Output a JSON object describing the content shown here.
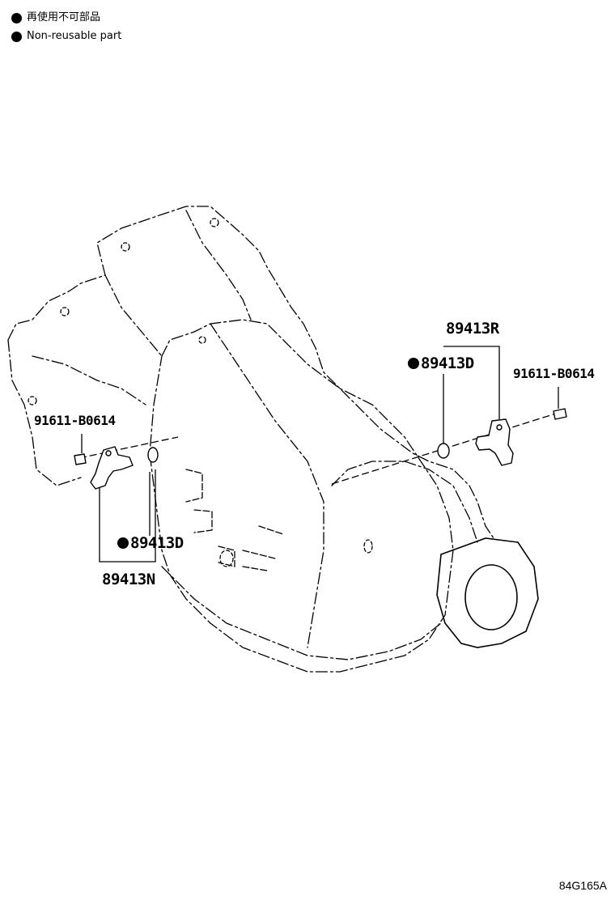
{
  "legend": {
    "items": [
      {
        "label": "再使用不可部品",
        "icon": "black-dot-icon"
      },
      {
        "label": "Non-reusable part",
        "icon": "black-dot-icon"
      }
    ]
  },
  "parts": {
    "rear_sensor": "89413R",
    "rear_oring": "89413D",
    "rear_bolt": "91611-B0614",
    "left_bolt": "91611-B0614",
    "left_oring": "89413D",
    "left_sensor": "89413N"
  },
  "illustration_code": "84G165A"
}
